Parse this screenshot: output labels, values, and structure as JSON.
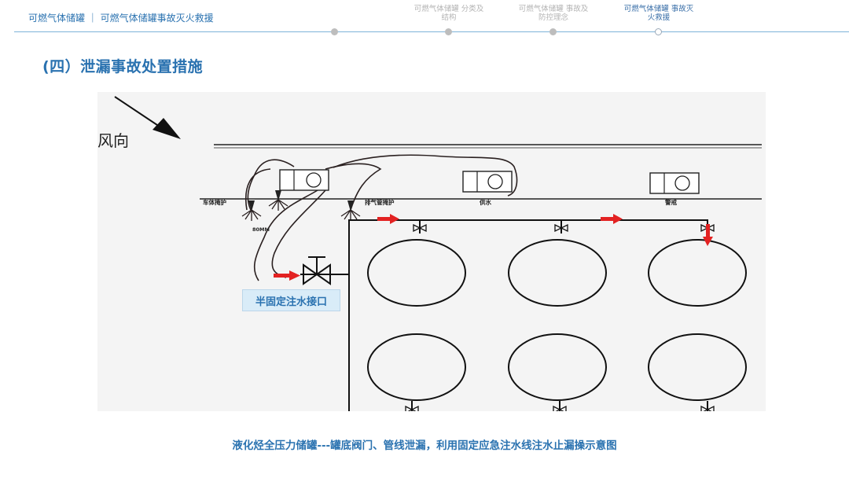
{
  "header": {
    "title": "可燃气体储罐 ｜ 可燃气体储罐事故灭火救援",
    "steps": [
      {
        "label": "可燃气体储罐 分类及结构",
        "active": false
      },
      {
        "label": "可燃气体储罐 事故及防控理念",
        "active": false
      },
      {
        "label": "可燃气体储罐 事故灭火救援",
        "active": true
      }
    ]
  },
  "section_title": "(四）泄漏事故处置措施",
  "diagram": {
    "wind_label": "风向",
    "vehicle_labels": [
      "车体掩护",
      "排气管掩护",
      "供水",
      "警戒"
    ],
    "distance_label": "80MM",
    "connector_label": "半固定注水接口"
  },
  "caption": "液化烃全压力储罐---罐底阀门、管线泄漏，利用固定应急注水线注水止漏操示意图",
  "colors": {
    "accent": "#2a72b0",
    "arrow": "#e32222",
    "line": "#111111"
  }
}
